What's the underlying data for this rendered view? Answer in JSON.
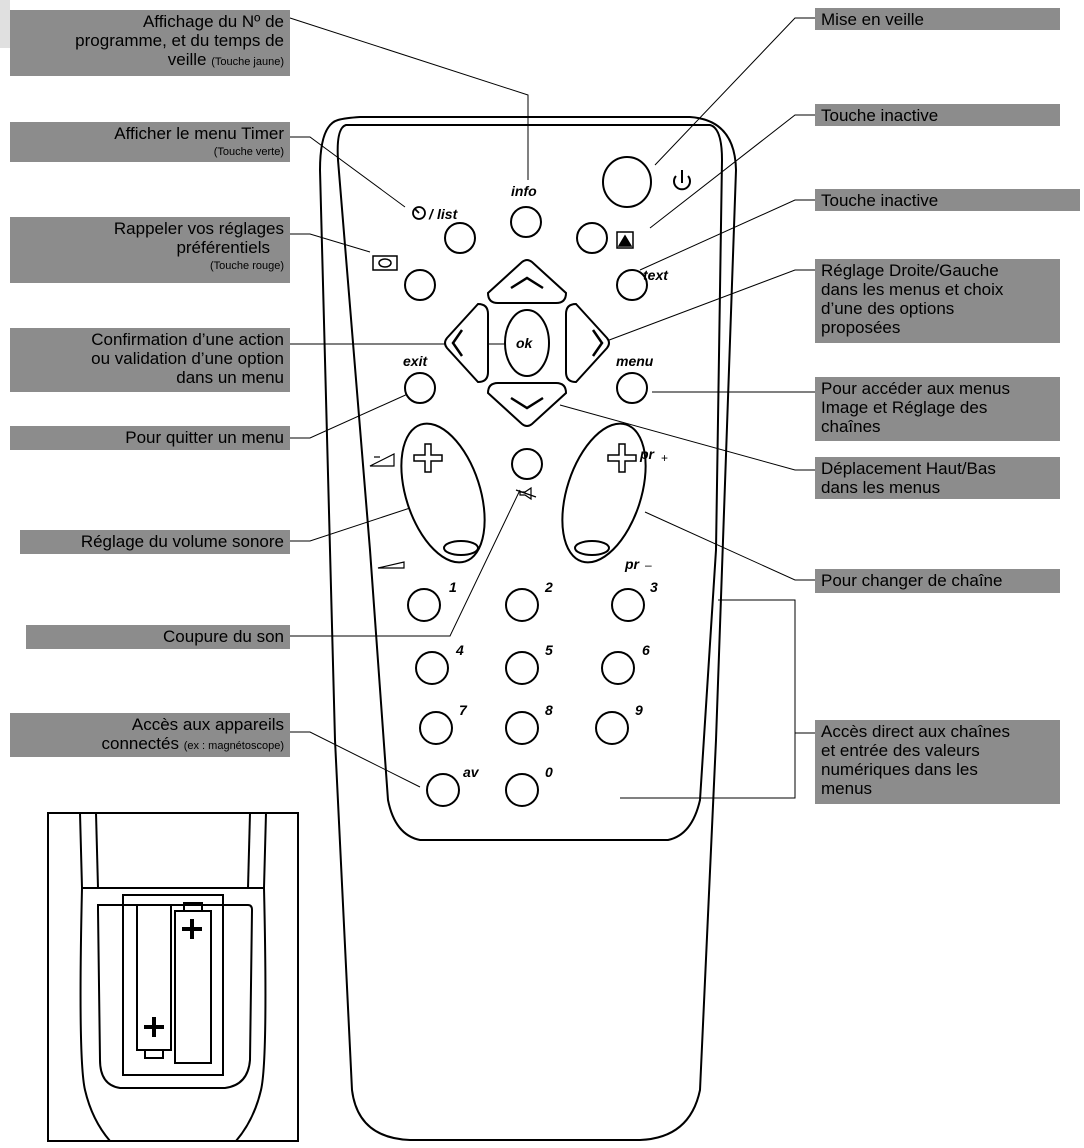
{
  "labels": {
    "left": [
      {
        "id": "info",
        "lines": [
          "Affichage du Nº de",
          "programme, et du temps de"
        ],
        "line3": "veille",
        "line3_small": "(Touche jaune)"
      },
      {
        "id": "timer",
        "lines": [
          "Afficher le menu Timer"
        ],
        "small": "(Touche verte)"
      },
      {
        "id": "prefs",
        "lines": [
          "Rappeler vos réglages",
          "préférentiels"
        ],
        "small": "(Touche rouge)"
      },
      {
        "id": "ok",
        "lines": [
          "Confirmation d’une action",
          "ou validation d’une option",
          "dans un menu"
        ]
      },
      {
        "id": "exit",
        "lines": [
          "Pour quitter un menu"
        ]
      },
      {
        "id": "volume",
        "lines": [
          "Réglage du volume sonore"
        ]
      },
      {
        "id": "mute",
        "lines": [
          "Coupure du son"
        ]
      },
      {
        "id": "av",
        "lines": [
          "Accès aux appareils"
        ],
        "line2": "connectés",
        "line2_small": "(ex : magnétoscope)"
      }
    ],
    "right": [
      {
        "id": "standby",
        "lines": [
          "Mise en veille"
        ]
      },
      {
        "id": "inactive1",
        "lines": [
          "Touche inactive"
        ]
      },
      {
        "id": "inactive2",
        "lines": [
          "Touche inactive"
        ]
      },
      {
        "id": "leftright",
        "lines": [
          "Réglage Droite/Gauche",
          "dans les menus et choix",
          "d’une des options",
          "proposées"
        ]
      },
      {
        "id": "menu",
        "lines": [
          "Pour accéder aux menus",
          "Image et Réglage des",
          "chaînes"
        ]
      },
      {
        "id": "updown",
        "lines": [
          "Déplacement Haut/Bas",
          "dans les menus"
        ]
      },
      {
        "id": "channel",
        "lines": [
          "Pour changer de chaîne"
        ]
      },
      {
        "id": "direct",
        "lines": [
          "Accès direct aux chaînes",
          "et entrée des valeurs",
          "numériques dans les",
          "menus"
        ]
      }
    ]
  },
  "buttons": {
    "info": "info",
    "list": "list",
    "text": "text",
    "ok": "ok",
    "exit": "exit",
    "menu": "menu",
    "pr_plus": "pr",
    "pr_minus": "pr",
    "plus_sign": "+",
    "minus_sign": "–",
    "av": "av",
    "digits": [
      "1",
      "2",
      "3",
      "4",
      "5",
      "6",
      "7",
      "8",
      "9",
      "0"
    ]
  }
}
